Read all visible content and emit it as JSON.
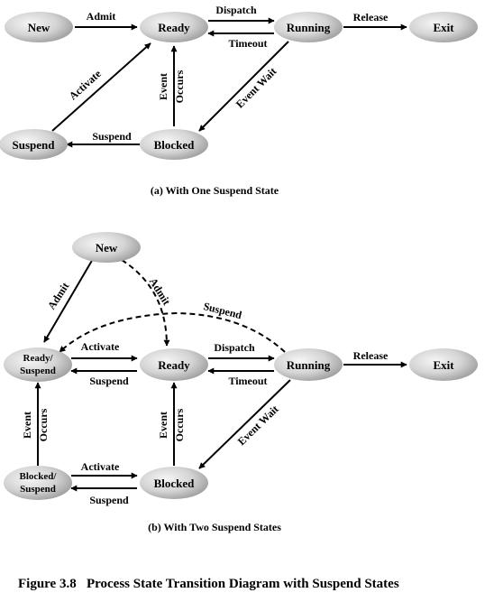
{
  "diagram_a": {
    "states": {
      "new": "New",
      "ready": "Ready",
      "running": "Running",
      "exit": "Exit",
      "suspend": "Suspend",
      "blocked": "Blocked"
    },
    "transitions": {
      "admit": "Admit",
      "dispatch": "Dispatch",
      "timeout": "Timeout",
      "release": "Release",
      "activate": "Activate",
      "event_occurs_1": "Event",
      "event_occurs_2": "Occurs",
      "event_wait": "Event Wait",
      "suspend": "Suspend"
    },
    "caption": "(a) With One Suspend State"
  },
  "diagram_b": {
    "states": {
      "new": "New",
      "ready_suspend_1": "Ready/",
      "ready_suspend_2": "Suspend",
      "ready": "Ready",
      "running": "Running",
      "exit": "Exit",
      "blocked_suspend_1": "Blocked/",
      "blocked_suspend_2": "Suspend",
      "blocked": "Blocked"
    },
    "transitions": {
      "admit_solid": "Admit",
      "admit_dashed": "Admit",
      "suspend_curve": "Suspend",
      "activate_top": "Activate",
      "suspend_mid": "Suspend",
      "dispatch": "Dispatch",
      "timeout": "Timeout",
      "release": "Release",
      "event_occurs_left_1": "Event",
      "event_occurs_left_2": "Occurs",
      "event_occurs_mid_1": "Event",
      "event_occurs_mid_2": "Occurs",
      "event_wait": "Event Wait",
      "activate_bottom": "Activate",
      "suspend_bottom": "Suspend"
    },
    "caption": "(b) With Two Suspend States"
  },
  "figure_title": "Figure 3.8   Process State Transition Diagram with Suspend States",
  "colors": {
    "node_light": "#f4f4f4",
    "node_dark": "#9a9a9a",
    "stroke": "#000000"
  }
}
